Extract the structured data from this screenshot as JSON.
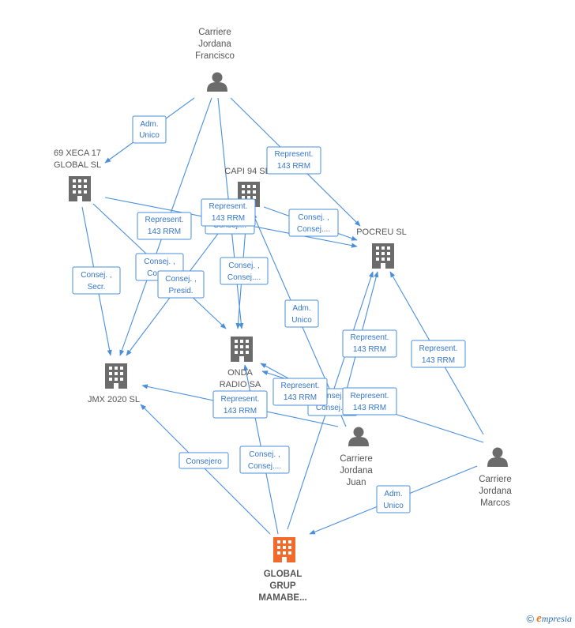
{
  "colors": {
    "edge": "#4a8fdc",
    "edge_text": "#3576c8",
    "node": "#6b6b6b",
    "highlight": "#f26a2b"
  },
  "nodes": {
    "carriere_francisco": {
      "type": "person",
      "label": [
        "Carriere",
        "Jordana",
        "Francisco"
      ]
    },
    "xeca": {
      "type": "company",
      "label": [
        "69 XECA 17",
        "GLOBAL  SL"
      ]
    },
    "capi": {
      "type": "company",
      "label": [
        "CAPI 94 SL"
      ]
    },
    "pocreu": {
      "type": "company",
      "label": [
        "POCREU SL"
      ]
    },
    "onda": {
      "type": "company",
      "label": [
        "ONDA",
        "RADIO SA"
      ]
    },
    "jmx": {
      "type": "company",
      "label": [
        "JMX 2020  SL"
      ]
    },
    "carriere_juan": {
      "type": "person",
      "label": [
        "Carriere",
        "Jordana",
        "Juan"
      ]
    },
    "carriere_marcos": {
      "type": "person",
      "label": [
        "Carriere",
        "Jordana",
        "Marcos"
      ]
    },
    "global_grup": {
      "type": "company-main",
      "label": [
        "GLOBAL",
        "GRUP",
        "MAMABE..."
      ]
    }
  },
  "edge_labels": {
    "adm_unico_1": [
      "Adm.",
      "Unico"
    ],
    "represent_1": [
      "Represent.",
      "143 RRM"
    ],
    "represent_2": [
      "Represent.",
      "143 RRM"
    ],
    "represent_3": [
      "Represent.",
      "143 RRM"
    ],
    "consej_1": [
      "Consej. ,",
      "Consej...."
    ],
    "consej_2": [
      "Consej. ,",
      "Consej...."
    ],
    "consej_secr": [
      "Consej. ,",
      "Secr."
    ],
    "consej_3": [
      "Consej. ,",
      "Cons..."
    ],
    "consej_presid": [
      "Consej. ,",
      "Presid."
    ],
    "consej_4": [
      "Consej. ,",
      "Consej...."
    ],
    "adm_unico_2": [
      "Adm.",
      "Unico"
    ],
    "represent_4": [
      "Represent.",
      "143 RRM"
    ],
    "represent_5": [
      "Represent.",
      "143 RRM"
    ],
    "represent_6": [
      "Represent.",
      "143 RRM"
    ],
    "consej_5": [
      "Consej. ,",
      "Consej...."
    ],
    "represent_7": [
      "Represent.",
      "143 RRM"
    ],
    "represent_8": [
      "Represent.",
      "143 RRM"
    ],
    "consejero": [
      "Consejero"
    ],
    "consej_6": [
      "Consej. ,",
      "Consej...."
    ],
    "adm_unico_3": [
      "Adm.",
      "Unico"
    ]
  },
  "footer": {
    "copyright": "©",
    "brand_initial": "e",
    "brand_rest": "mpresia"
  }
}
